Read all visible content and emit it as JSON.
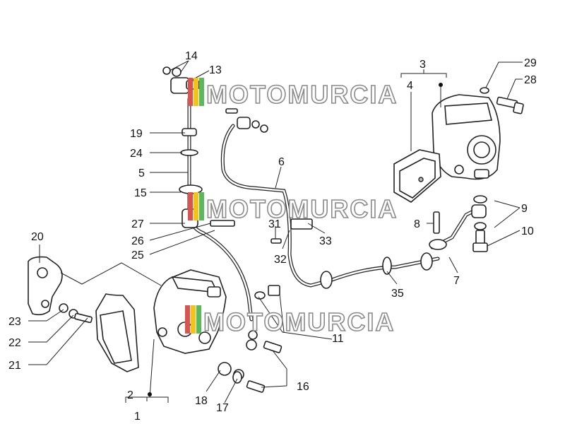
{
  "watermark": {
    "text": "MOTOMURCIA",
    "colors": [
      "#d9534f",
      "#f0c419",
      "#5cb85c"
    ]
  },
  "callouts": [
    {
      "id": "14",
      "label": "14"
    },
    {
      "id": "13",
      "label": "13"
    },
    {
      "id": "19",
      "label": "19"
    },
    {
      "id": "24",
      "label": "24"
    },
    {
      "id": "5",
      "label": "5"
    },
    {
      "id": "15",
      "label": "15"
    },
    {
      "id": "27",
      "label": "27"
    },
    {
      "id": "26",
      "label": "26"
    },
    {
      "id": "25",
      "label": "25"
    },
    {
      "id": "20",
      "label": "20"
    },
    {
      "id": "23",
      "label": "23"
    },
    {
      "id": "22",
      "label": "22"
    },
    {
      "id": "21",
      "label": "21"
    },
    {
      "id": "2",
      "label": "2"
    },
    {
      "id": "1",
      "label": "1"
    },
    {
      "id": "18",
      "label": "18"
    },
    {
      "id": "17",
      "label": "17"
    },
    {
      "id": "16",
      "label": "16"
    },
    {
      "id": "11",
      "label": "11"
    },
    {
      "id": "6",
      "label": "6"
    },
    {
      "id": "31",
      "label": "31"
    },
    {
      "id": "32",
      "label": "32"
    },
    {
      "id": "33",
      "label": "33"
    },
    {
      "id": "35",
      "label": "35"
    },
    {
      "id": "7",
      "label": "7"
    },
    {
      "id": "8",
      "label": "8"
    },
    {
      "id": "9",
      "label": "9"
    },
    {
      "id": "10",
      "label": "10"
    },
    {
      "id": "3",
      "label": "3"
    },
    {
      "id": "4",
      "label": "4"
    },
    {
      "id": "29",
      "label": "29"
    },
    {
      "id": "28",
      "label": "28"
    }
  ]
}
